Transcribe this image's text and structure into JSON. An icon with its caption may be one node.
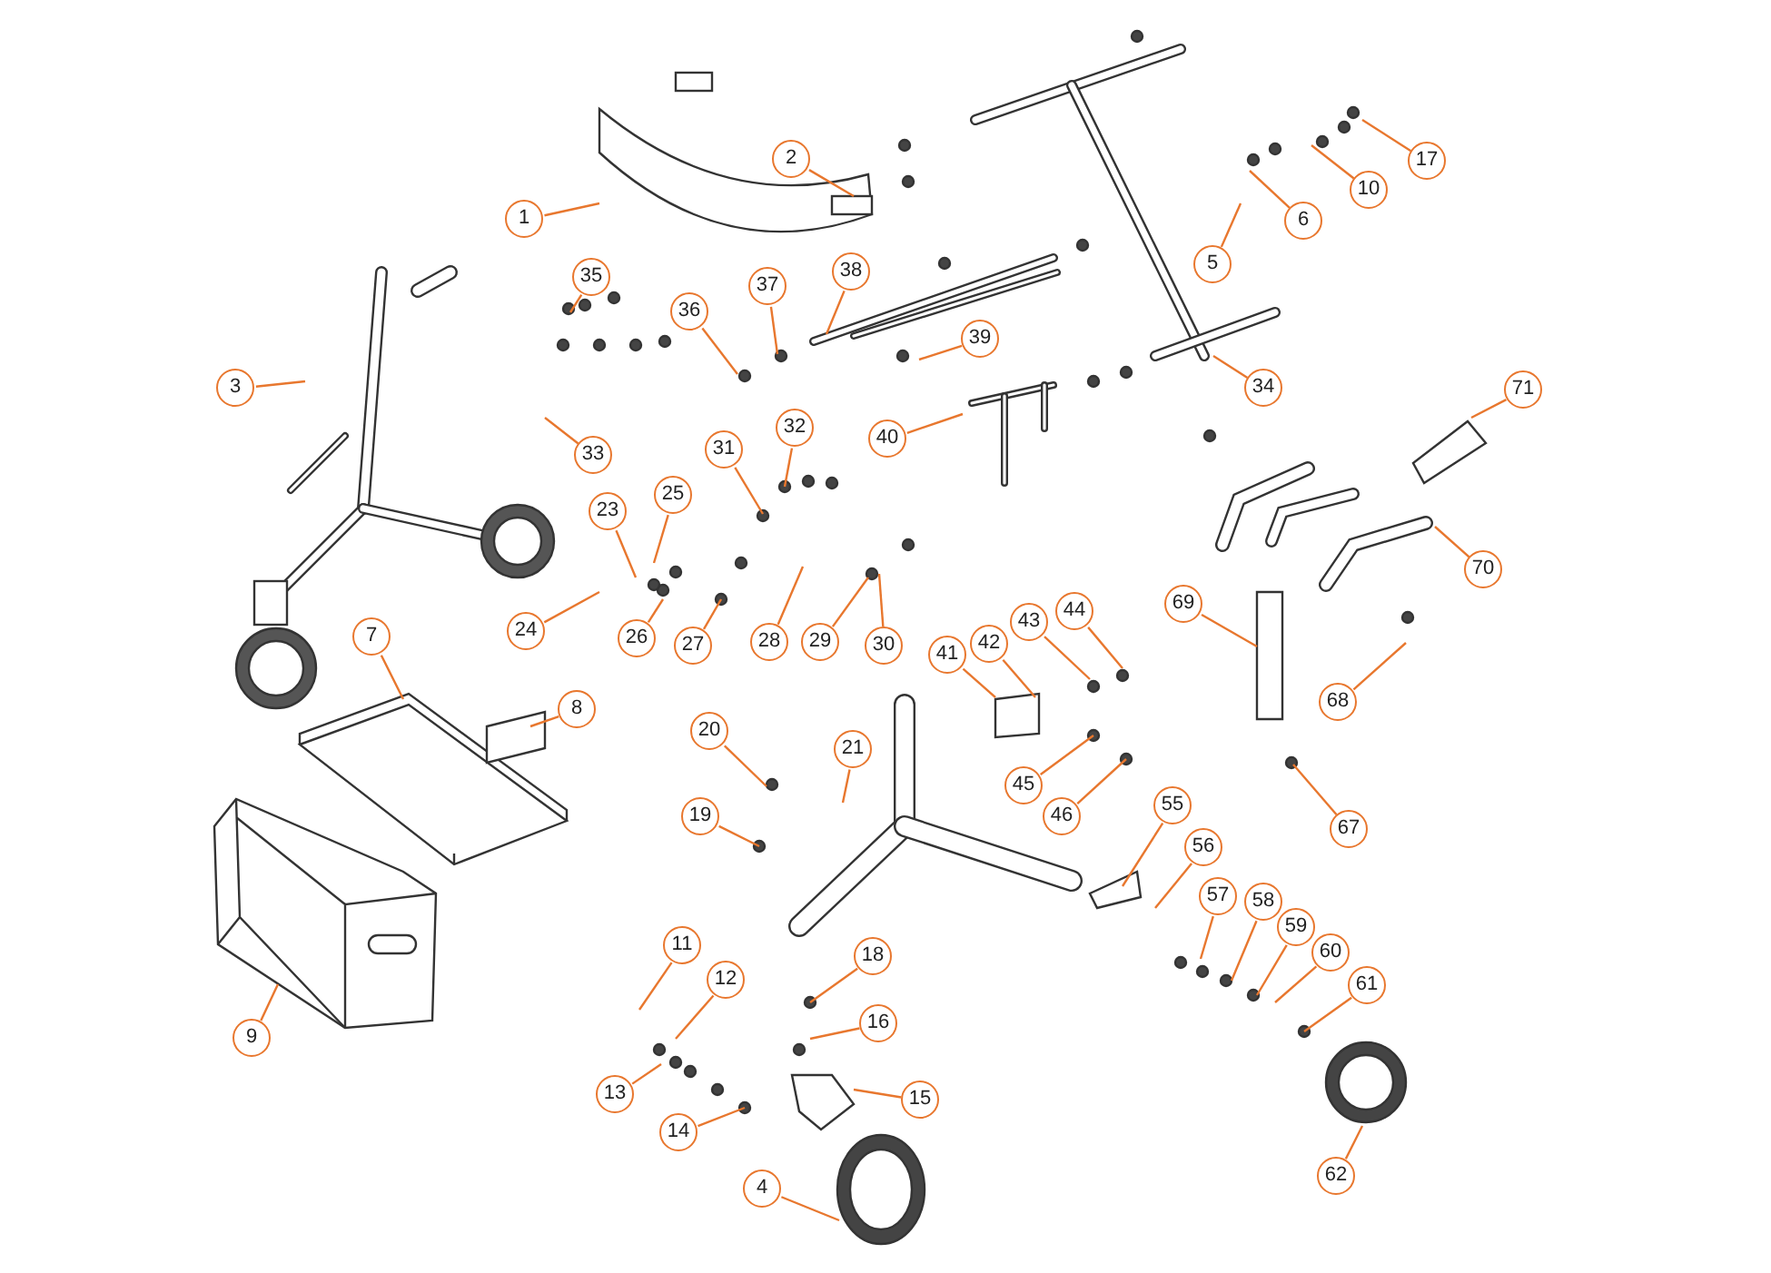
{
  "diagram": {
    "nodes": [
      {
        "text": [
          "1"
        ]
      },
      {
        "text": [
          "2"
        ]
      },
      {
        "text": [
          "3"
        ]
      },
      {
        "text": [
          "4"
        ]
      },
      {
        "text": [
          "5"
        ]
      },
      {
        "text": [
          "6"
        ]
      },
      {
        "text": [
          "7"
        ]
      },
      {
        "text": [
          "8"
        ]
      },
      {
        "text": [
          "9"
        ]
      },
      {
        "text": [
          "10"
        ]
      },
      {
        "text": [
          "11"
        ]
      },
      {
        "text": [
          "12"
        ]
      },
      {
        "text": [
          "13"
        ]
      },
      {
        "text": [
          "14"
        ]
      },
      {
        "text": [
          "15"
        ]
      },
      {
        "text": [
          "16"
        ]
      },
      {
        "text": [
          "17"
        ]
      },
      {
        "text": [
          "18"
        ]
      },
      {
        "text": [
          "19"
        ]
      },
      {
        "text": [
          "20"
        ]
      },
      {
        "text": [
          "21"
        ]
      },
      {
        "text": [
          "23"
        ]
      },
      {
        "text": [
          "24"
        ]
      },
      {
        "text": [
          "25"
        ]
      },
      {
        "text": [
          "26"
        ]
      },
      {
        "text": [
          "27"
        ]
      },
      {
        "text": [
          "28"
        ]
      },
      {
        "text": [
          "29"
        ]
      },
      {
        "text": [
          "30"
        ]
      },
      {
        "text": [
          "31"
        ]
      },
      {
        "text": [
          "32"
        ]
      },
      {
        "text": [
          "33"
        ]
      },
      {
        "text": [
          "34"
        ]
      },
      {
        "text": [
          "35"
        ]
      },
      {
        "text": [
          "36"
        ]
      },
      {
        "text": [
          "37"
        ]
      },
      {
        "text": [
          "38"
        ]
      },
      {
        "text": [
          "39"
        ]
      },
      {
        "text": [
          "40"
        ]
      },
      {
        "text": [
          "41"
        ]
      },
      {
        "text": [
          "42"
        ]
      },
      {
        "text": [
          "43"
        ]
      },
      {
        "text": [
          "44"
        ]
      },
      {
        "text": [
          "45"
        ]
      },
      {
        "text": [
          "46"
        ]
      },
      {
        "text": [
          "55"
        ]
      },
      {
        "text": [
          "56"
        ]
      },
      {
        "text": [
          "57"
        ]
      },
      {
        "text": [
          "58"
        ]
      },
      {
        "text": [
          "59"
        ]
      },
      {
        "text": [
          "60"
        ]
      },
      {
        "text": [
          "61"
        ]
      },
      {
        "text": [
          "62"
        ]
      },
      {
        "text": [
          "67"
        ]
      },
      {
        "text": [
          "68"
        ]
      },
      {
        "text": [
          "69"
        ]
      },
      {
        "text": [
          "70"
        ]
      },
      {
        "text": [
          "71"
        ]
      }
    ],
    "edges": [
      {
        "from": 0,
        "to": null,
        "arrow": "none"
      },
      {
        "from": 1,
        "to": null,
        "arrow": "none"
      },
      {
        "from": 2,
        "to": null,
        "arrow": "none"
      },
      {
        "from": 3,
        "to": null,
        "arrow": "none"
      },
      {
        "from": 4,
        "to": null,
        "arrow": "none"
      },
      {
        "from": 5,
        "to": null,
        "arrow": "none"
      },
      {
        "from": 6,
        "to": null,
        "arrow": "none"
      },
      {
        "from": 7,
        "to": null,
        "arrow": "none"
      },
      {
        "from": 8,
        "to": null,
        "arrow": "none"
      },
      {
        "from": 9,
        "to": null,
        "arrow": "none"
      },
      {
        "from": 10,
        "to": null,
        "arrow": "none"
      },
      {
        "from": 11,
        "to": null,
        "arrow": "none"
      },
      {
        "from": 12,
        "to": null,
        "arrow": "none"
      },
      {
        "from": 13,
        "to": null,
        "arrow": "none"
      },
      {
        "from": 14,
        "to": null,
        "arrow": "none"
      },
      {
        "from": 15,
        "to": null,
        "arrow": "none"
      },
      {
        "from": 16,
        "to": null,
        "arrow": "none"
      },
      {
        "from": 17,
        "to": null,
        "arrow": "none"
      },
      {
        "from": 18,
        "to": null,
        "arrow": "none"
      },
      {
        "from": 19,
        "to": null,
        "arrow": "none"
      },
      {
        "from": 20,
        "to": null,
        "arrow": "none"
      },
      {
        "from": 21,
        "to": null,
        "arrow": "none"
      },
      {
        "from": 22,
        "to": null,
        "arrow": "none"
      },
      {
        "from": 23,
        "to": null,
        "arrow": "none"
      },
      {
        "from": 24,
        "to": null,
        "arrow": "none"
      },
      {
        "from": 25,
        "to": null,
        "arrow": "none"
      },
      {
        "from": 26,
        "to": null,
        "arrow": "none"
      },
      {
        "from": 27,
        "to": null,
        "arrow": "none"
      },
      {
        "from": 28,
        "to": null,
        "arrow": "none"
      },
      {
        "from": 29,
        "to": null,
        "arrow": "none"
      },
      {
        "from": 30,
        "to": null,
        "arrow": "none"
      },
      {
        "from": 31,
        "to": null,
        "arrow": "none"
      },
      {
        "from": 32,
        "to": null,
        "arrow": "none"
      },
      {
        "from": 33,
        "to": null,
        "arrow": "none"
      },
      {
        "from": 34,
        "to": null,
        "arrow": "none"
      },
      {
        "from": 35,
        "to": null,
        "arrow": "none"
      },
      {
        "from": 36,
        "to": null,
        "arrow": "none"
      },
      {
        "from": 37,
        "to": null,
        "arrow": "none"
      },
      {
        "from": 38,
        "to": null,
        "arrow": "none"
      },
      {
        "from": 39,
        "to": null,
        "arrow": "none"
      },
      {
        "from": 40,
        "to": null,
        "arrow": "none"
      },
      {
        "from": 41,
        "to": null,
        "arrow": "none"
      },
      {
        "from": 42,
        "to": null,
        "arrow": "none"
      },
      {
        "from": 43,
        "to": null,
        "arrow": "none"
      },
      {
        "from": 44,
        "to": null,
        "arrow": "none"
      },
      {
        "from": 45,
        "to": null,
        "arrow": "none"
      },
      {
        "from": 46,
        "to": null,
        "arrow": "none"
      },
      {
        "from": 47,
        "to": null,
        "arrow": "none"
      },
      {
        "from": 48,
        "to": null,
        "arrow": "none"
      },
      {
        "from": 49,
        "to": null,
        "arrow": "none"
      },
      {
        "from": 50,
        "to": null,
        "arrow": "none"
      },
      {
        "from": 51,
        "to": null,
        "arrow": "none"
      },
      {
        "from": 52,
        "to": null,
        "arrow": "none"
      },
      {
        "from": 53,
        "to": null,
        "arrow": "none"
      },
      {
        "from": 54,
        "to": null,
        "arrow": "none"
      },
      {
        "from": 55,
        "to": null,
        "arrow": "none"
      },
      {
        "from": 56,
        "to": null,
        "arrow": "none"
      },
      {
        "from": 57,
        "to": null,
        "arrow": "none"
      }
    ]
  }
}
